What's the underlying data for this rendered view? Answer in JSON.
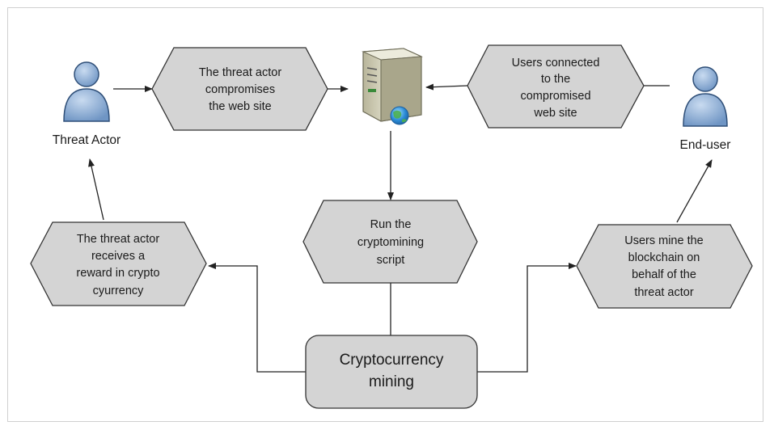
{
  "actors": {
    "threat_actor_label": "Threat Actor",
    "end_user_label": "End-user"
  },
  "steps": {
    "compromise": [
      "The threat actor",
      "compromises",
      "the web site"
    ],
    "users_connected": [
      "Users connected",
      "to the",
      "compromised",
      "web site"
    ],
    "run_script": [
      "Run the",
      "cryptomining",
      "script"
    ],
    "reward": [
      "The threat actor",
      "receives a",
      "reward in crypto",
      "cyurrency"
    ],
    "mine": [
      "Users mine the",
      "blockchain on",
      "behalf of the",
      "threat actor"
    ]
  },
  "center": {
    "lines": [
      "Cryptocurrency",
      "mining"
    ]
  },
  "colors": {
    "shape_fill": "#d4d4d4",
    "shape_stroke": "#333333",
    "person_fill": "#8fb0d8",
    "person_stroke": "#2f4f78",
    "connector": "#222222"
  }
}
